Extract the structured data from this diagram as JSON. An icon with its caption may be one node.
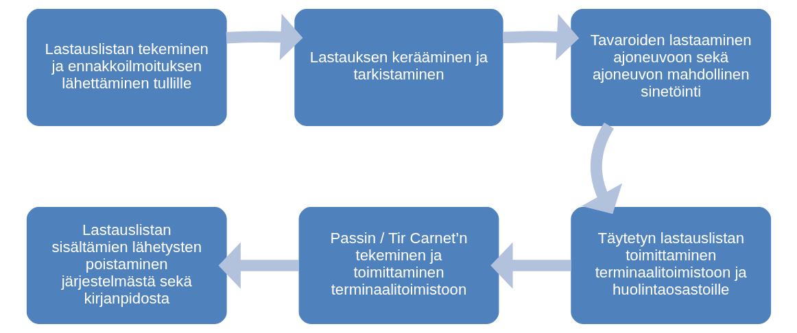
{
  "diagram": {
    "nodes": [
      {
        "text": [
          "Lastauslistan tekeminen ja ennakkoilmoituksen lähettäminen tullille"
        ]
      },
      {
        "text": [
          "Lastauksen kerääminen ja tarkistaminen"
        ]
      },
      {
        "text": [
          "Tavaroiden lastaaminen ajoneuvoon sekä ajoneuvon mahdollinen sinetöinti"
        ]
      },
      {
        "text": [
          "Täytetyn lastauslistan toimittaminen terminaalitoimistoon ja huolintaosastoille"
        ]
      },
      {
        "text": [
          "Passin / Tir Carnet’n tekeminen ja toimittaminen terminaalitoimistoon"
        ]
      },
      {
        "text": [
          "Lastauslistan sisältämien lähetysten poistaminen järjestelmästä sekä kirjanpidosta"
        ]
      }
    ],
    "edges": [
      {
        "from": 0,
        "to": 1,
        "arrow": "to"
      },
      {
        "from": 1,
        "to": 2,
        "arrow": "to"
      },
      {
        "from": 2,
        "to": 3,
        "arrow": "to"
      },
      {
        "from": 3,
        "to": 4,
        "arrow": "to"
      },
      {
        "from": 4,
        "to": 5,
        "arrow": "to"
      }
    ]
  }
}
